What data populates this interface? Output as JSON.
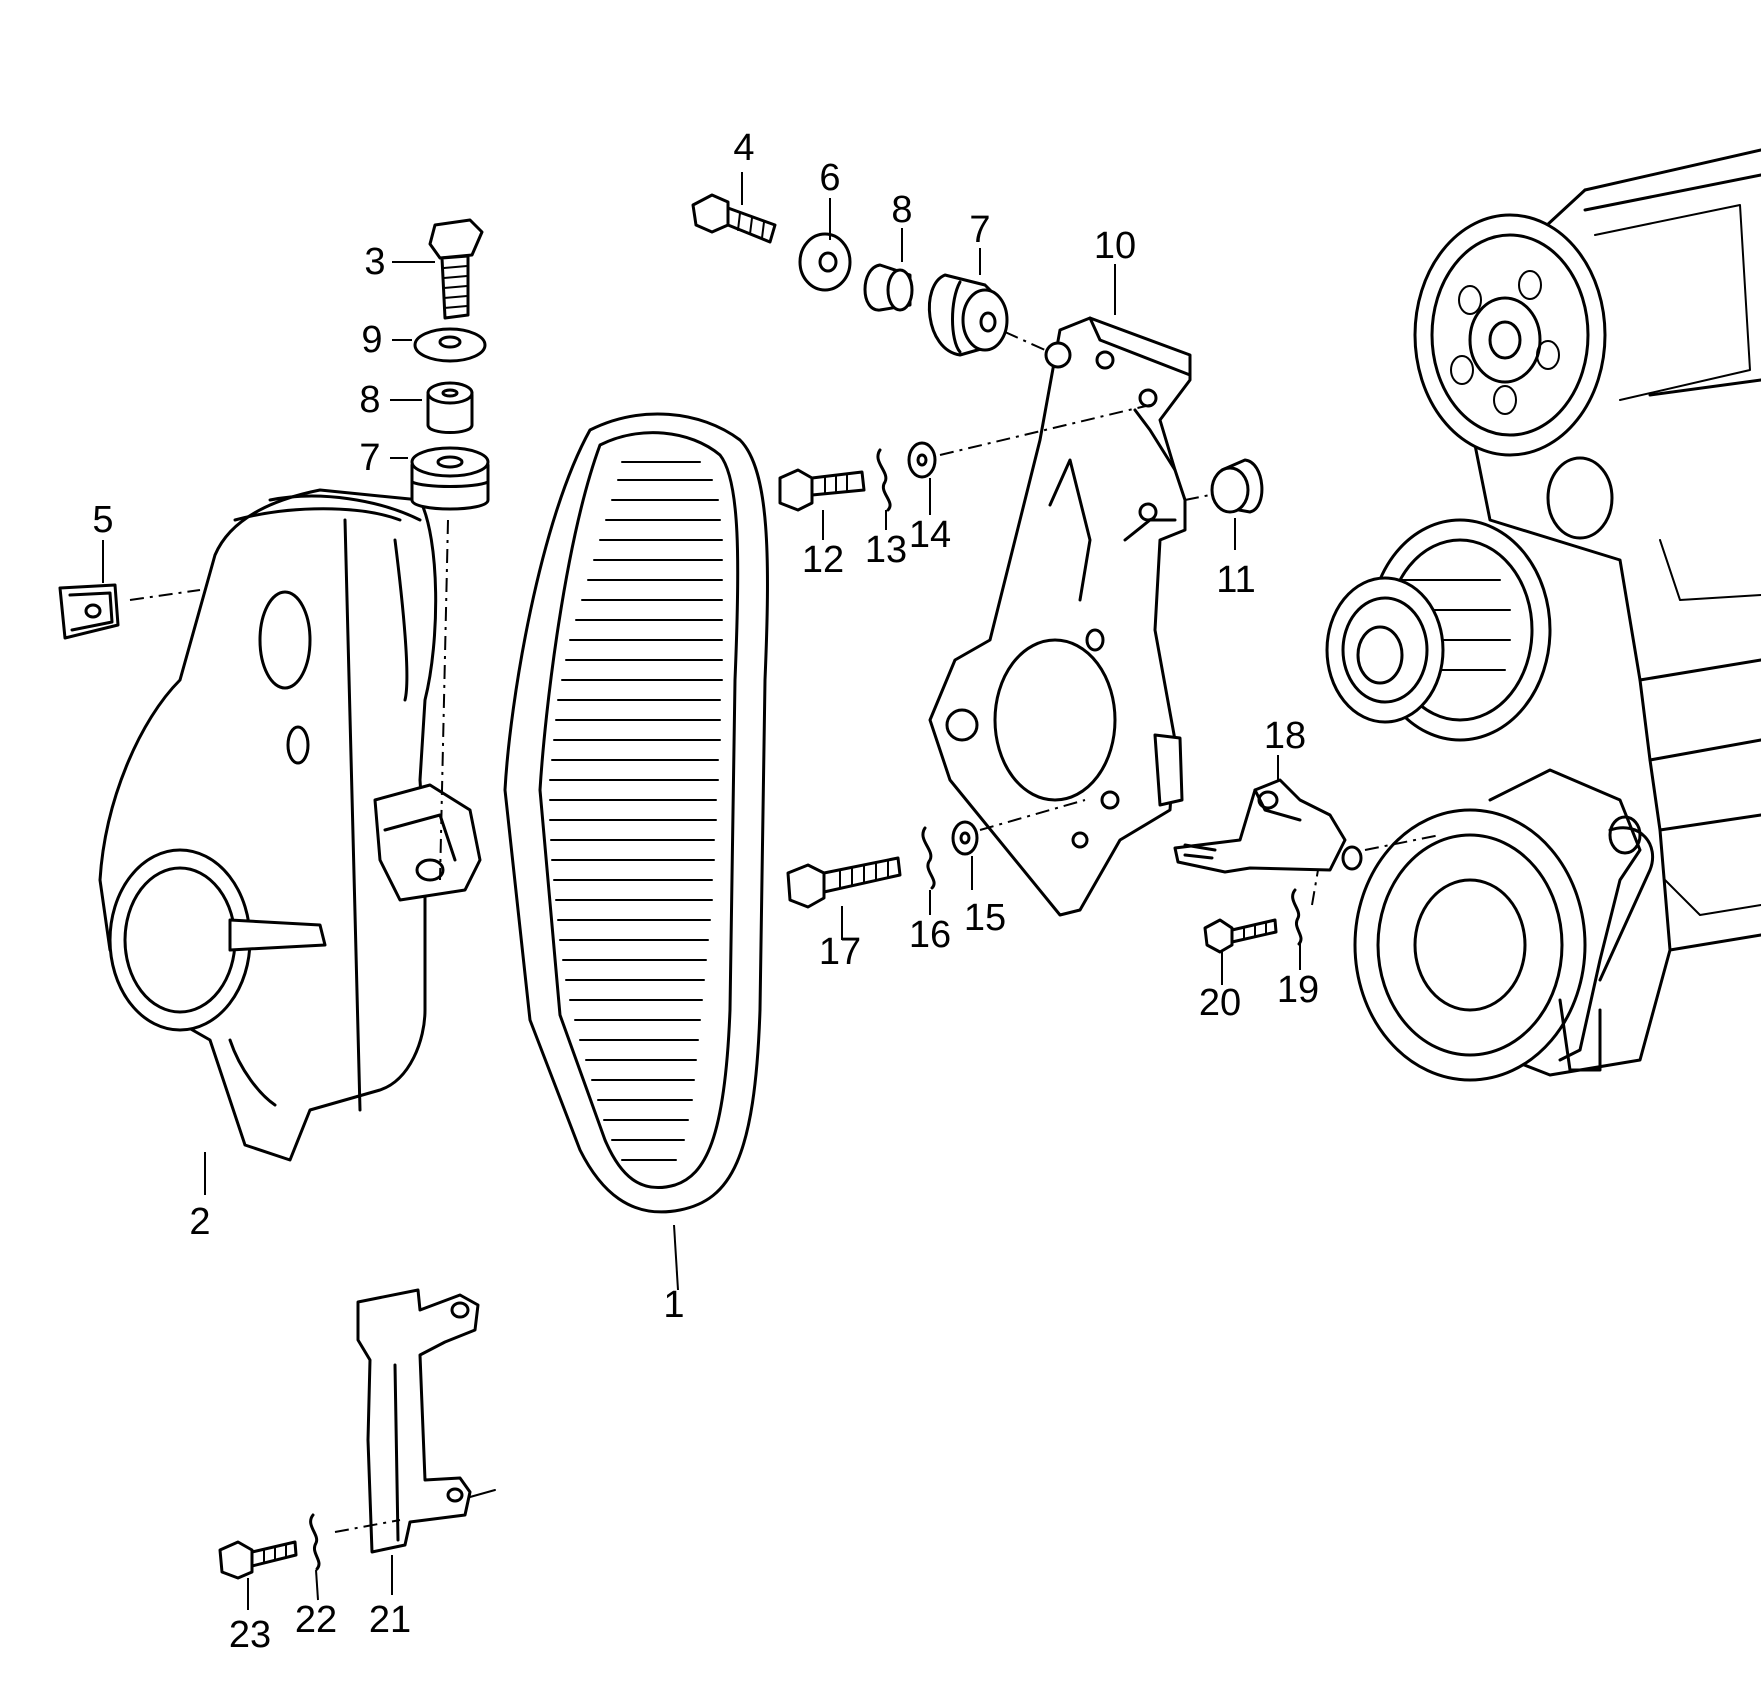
{
  "callouts": [
    {
      "id": "c1",
      "text": "1"
    },
    {
      "id": "c2",
      "text": "2"
    },
    {
      "id": "c3",
      "text": "3"
    },
    {
      "id": "c4",
      "text": "4"
    },
    {
      "id": "c5",
      "text": "5"
    },
    {
      "id": "c6",
      "text": "6"
    },
    {
      "id": "c7a",
      "text": "7"
    },
    {
      "id": "c7b",
      "text": "7"
    },
    {
      "id": "c8a",
      "text": "8"
    },
    {
      "id": "c8b",
      "text": "8"
    },
    {
      "id": "c9",
      "text": "9"
    },
    {
      "id": "c10",
      "text": "10"
    },
    {
      "id": "c11",
      "text": "11"
    },
    {
      "id": "c12",
      "text": "12"
    },
    {
      "id": "c13",
      "text": "13"
    },
    {
      "id": "c14",
      "text": "14"
    },
    {
      "id": "c15",
      "text": "15"
    },
    {
      "id": "c16",
      "text": "16"
    },
    {
      "id": "c17",
      "text": "17"
    },
    {
      "id": "c18",
      "text": "18"
    },
    {
      "id": "c19",
      "text": "19"
    },
    {
      "id": "c20",
      "text": "20"
    },
    {
      "id": "c21",
      "text": "21"
    },
    {
      "id": "c22",
      "text": "22"
    },
    {
      "id": "c23",
      "text": "23"
    }
  ]
}
